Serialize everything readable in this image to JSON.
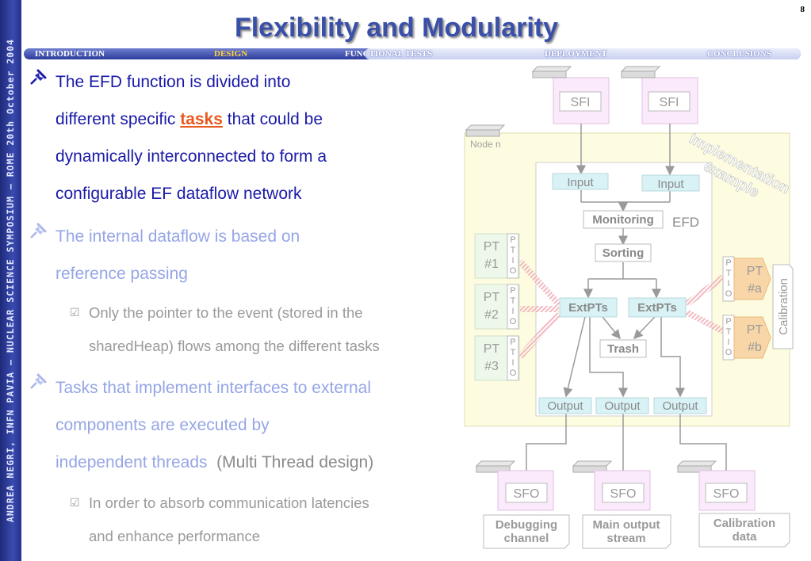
{
  "sidebar": {
    "text": "ANDREA NEGRI, INFN PAVIA – NUCLEAR SCIENCE SYMPOSIUM – ROME 20th October 2004"
  },
  "page_number": "8",
  "title": "Flexibility and Modularity",
  "nav": [
    "INTRODUCTION",
    "DESIGN",
    "FUNCTIONAL TESTS",
    "DEPLOYMENT",
    "CONCLUSIONS"
  ],
  "bullets": {
    "b1": {
      "line1": "The EFD function is divided into",
      "line2_pre": "different specific ",
      "line2_link": "tasks",
      "line2_post": " that could be",
      "line3": "dynamically interconnected to form a",
      "line4": "configurable EF dataflow network"
    },
    "b2": {
      "line1": "The internal dataflow is based on",
      "line2": "reference passing",
      "sub1": "Only the pointer to the event (stored in the",
      "sub2": "sharedHeap) flows among the different tasks"
    },
    "b3": {
      "line1": "Tasks that implement interfaces to external",
      "line2": "components are executed by",
      "line3": "independent threads",
      "line3_paren": "(Multi Thread design)",
      "sub1": "In order to absorb communication latencies",
      "sub2": "and enhance performance"
    }
  },
  "diagram": {
    "sfi": "SFI",
    "node": "Node n",
    "impl_line1": "Implementation",
    "impl_line2": "example",
    "efd": "EFD",
    "input": "Input",
    "monitoring": "Monitoring",
    "sorting": "Sorting",
    "extpts": "ExtPTs",
    "trash": "Trash",
    "output": "Output",
    "ptio": [
      "P",
      "T",
      "I",
      "O"
    ],
    "pt_left": [
      [
        "PT",
        "#1"
      ],
      [
        "PT",
        "#2"
      ],
      [
        "PT",
        "#3"
      ]
    ],
    "pt_right": [
      [
        "PT",
        "#a"
      ],
      [
        "PT",
        "#b"
      ]
    ],
    "calibration": "Calibration",
    "sfo": "SFO",
    "notes": [
      [
        "Debugging",
        "channel"
      ],
      [
        "Main output",
        "stream"
      ],
      [
        "Calibration",
        "data"
      ]
    ]
  }
}
